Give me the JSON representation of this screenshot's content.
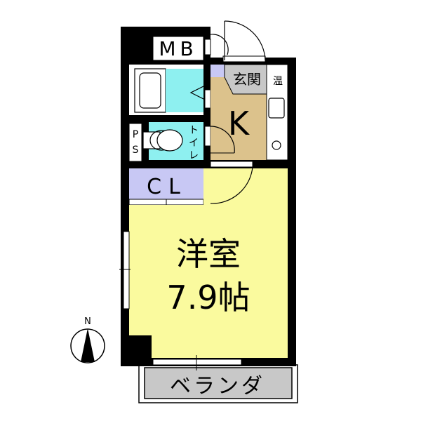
{
  "floorplan": {
    "rooms": {
      "mb": {
        "label": "MB",
        "color": "#ffffff"
      },
      "genkan": {
        "label": "玄関",
        "color": "#c8c8c8"
      },
      "onsui": {
        "label": "温",
        "color": "#ffffff"
      },
      "kitchen": {
        "label": "K",
        "color": "#dcc28c"
      },
      "bath": {
        "color": "#8ef0f0"
      },
      "toilet": {
        "label": "トイレ",
        "color": "#8ef0f0"
      },
      "ps": {
        "label": "PS",
        "color": "#ffffff"
      },
      "closet": {
        "label": "CL",
        "color": "#c8c8f4"
      },
      "western": {
        "label_line1": "洋室",
        "label_line2": "7.9帖",
        "color": "#fafa9e"
      },
      "veranda": {
        "label": "ベランダ",
        "color": "#c8c8c8"
      }
    },
    "compass": {
      "label": "N"
    },
    "colors": {
      "wall": "#000000",
      "fixture_stroke": "#000000"
    }
  }
}
